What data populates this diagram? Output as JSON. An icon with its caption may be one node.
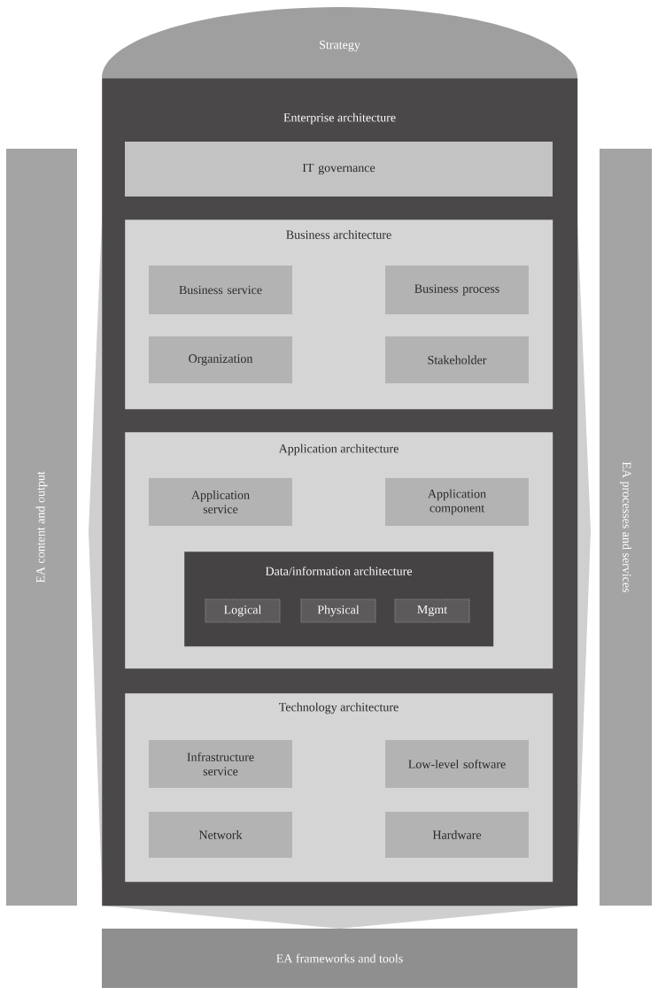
{
  "diagram": {
    "nodes": [
      {
        "text": [
          "Strategy"
        ]
      },
      {
        "text": [
          "Enterprise architecture"
        ]
      },
      {
        "text": [
          "IT governance"
        ],
        "in": 1
      },
      {
        "text": [
          "Business architecture"
        ],
        "in": 1
      },
      {
        "text": [
          "Business service"
        ],
        "in": 3
      },
      {
        "text": [
          "Business process"
        ],
        "in": 3
      },
      {
        "text": [
          "Organization"
        ],
        "in": 3
      },
      {
        "text": [
          "Stakeholder"
        ],
        "in": 3
      },
      {
        "text": [
          "Application architecture"
        ],
        "in": 1
      },
      {
        "text": [
          "Application service"
        ],
        "in": 8
      },
      {
        "text": [
          "Application component"
        ],
        "in": 8
      },
      {
        "text": [
          "Data/information architecture"
        ],
        "in": 8
      },
      {
        "text": [
          "Logical"
        ],
        "in": 11
      },
      {
        "text": [
          "Physical"
        ],
        "in": 11
      },
      {
        "text": [
          "Mgmt"
        ],
        "in": 11
      },
      {
        "text": [
          "Technology architecture"
        ],
        "in": 1
      },
      {
        "text": [
          "Infrastructure service"
        ],
        "in": 15
      },
      {
        "text": [
          "Low-level software"
        ],
        "in": 15
      },
      {
        "text": [
          "Network"
        ],
        "in": 15
      },
      {
        "text": [
          "Hardware"
        ],
        "in": 15
      },
      {
        "text": [
          "EA content and output"
        ]
      },
      {
        "text": [
          "EA processes and services"
        ]
      },
      {
        "text": [
          "EA frameworks and tools"
        ]
      }
    ]
  }
}
